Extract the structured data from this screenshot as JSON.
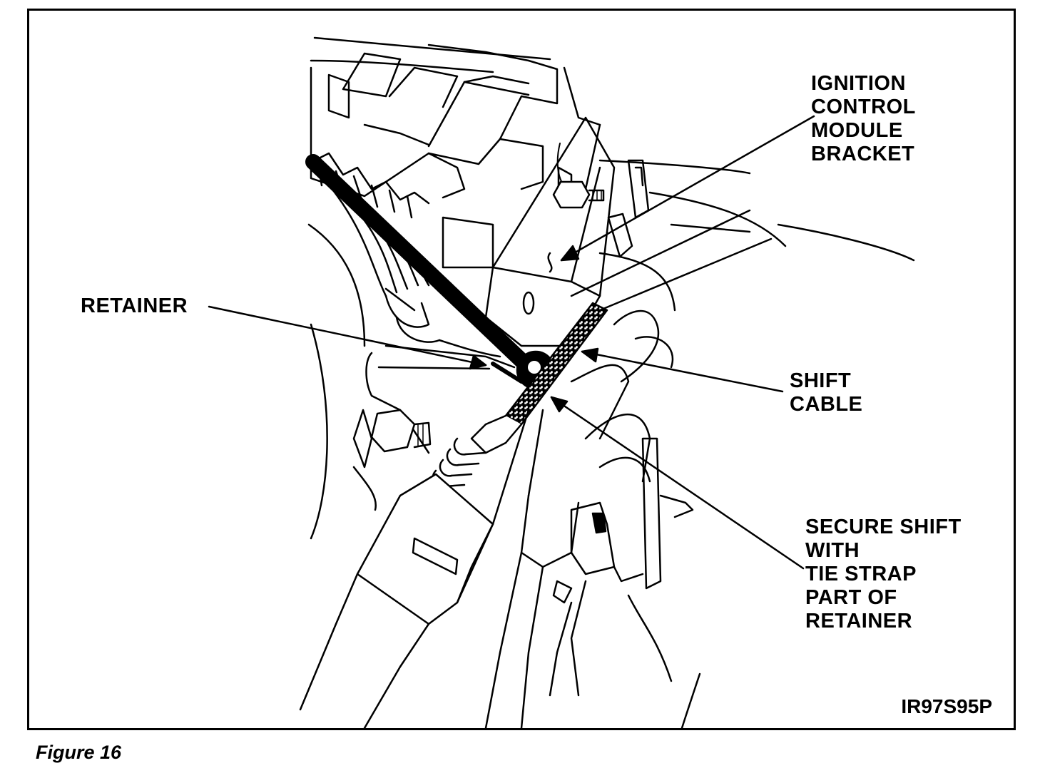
{
  "labels": {
    "ignition": [
      "IGNITION",
      "CONTROL",
      "MODULE",
      "BRACKET"
    ],
    "retainer": "RETAINER",
    "shift": [
      "SHIFT",
      "CABLE"
    ],
    "secure": [
      "SECURE SHIFT",
      "WITH",
      "TIE STRAP",
      "PART OF",
      "RETAINER"
    ]
  },
  "image_code": "IR97S95P",
  "caption": "Figure 16",
  "colors": {
    "ink": "#000000",
    "paper": "#ffffff"
  }
}
